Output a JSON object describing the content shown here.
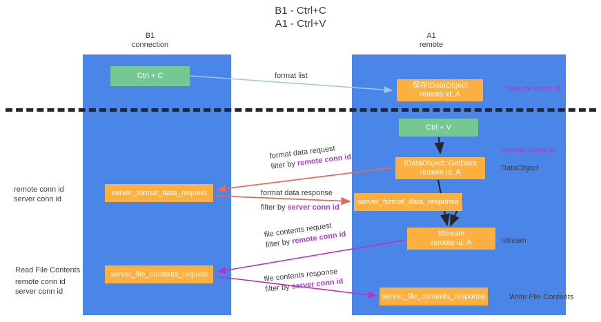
{
  "title": "B1 - Ctrl+C\nA1 - Ctrl+V",
  "columns": {
    "left": "B1\nconnection",
    "right": "A1\nremote"
  },
  "nodes": {
    "ctrl_c": "Ctrl + C",
    "save_idataobject": "保存IDataObject\nremote id: A",
    "ctrl_v": "Ctrl + V",
    "getdata": "IDataObject::GetData\nremote id: A",
    "server_format_data_request": "server_format_data_request",
    "server_format_data_response": "server_format_data_response",
    "istream": "IStream\nremote id: A",
    "server_file_contents_request": "server_file_contents_request",
    "server_file_contents_response": "server_file_contents_response"
  },
  "edges": {
    "format_list": "format list",
    "format_data_request_line1": "format data request",
    "format_data_request_line2_prefix": "filter by ",
    "format_data_request_line2_key": "remote conn id",
    "format_data_response_line1": "format data response",
    "format_data_response_line2_prefix": "filter by ",
    "format_data_response_line2_key": "server conn id",
    "file_contents_request_line1": "file contents request",
    "file_contents_request_line2_prefix": "filter by ",
    "file_contents_request_line2_key": "remote conn id",
    "file_contents_response_line1": "file contents response",
    "file_contents_response_line2_prefix": "filter by ",
    "file_contents_response_line2_key": "server conn id"
  },
  "annotations": {
    "remote_conn_id_top": "remote conn id",
    "remote_conn_id_mid": "remote conn id",
    "dataobject": "DataObject",
    "istream": "Istream",
    "write_file_contents": "Write File Contents",
    "read_file_contents": "Read File Contents",
    "left_remote_conn_id_1": "remote conn id",
    "left_server_conn_id_1": "server conn id",
    "left_remote_conn_id_2": "remote conn id",
    "left_server_conn_id_2": "server conn id"
  },
  "colors": {
    "lane": "#4a86e8",
    "green_box": "#76c893",
    "orange_box": "#fbb040",
    "purple_text": "#a742c6",
    "green_text": "#5fa777",
    "red_arrow": "#e8685d",
    "magenta_arrow": "#c12fc1",
    "light_blue_arrow": "#9fc5e8",
    "black_arrow": "#262626"
  }
}
